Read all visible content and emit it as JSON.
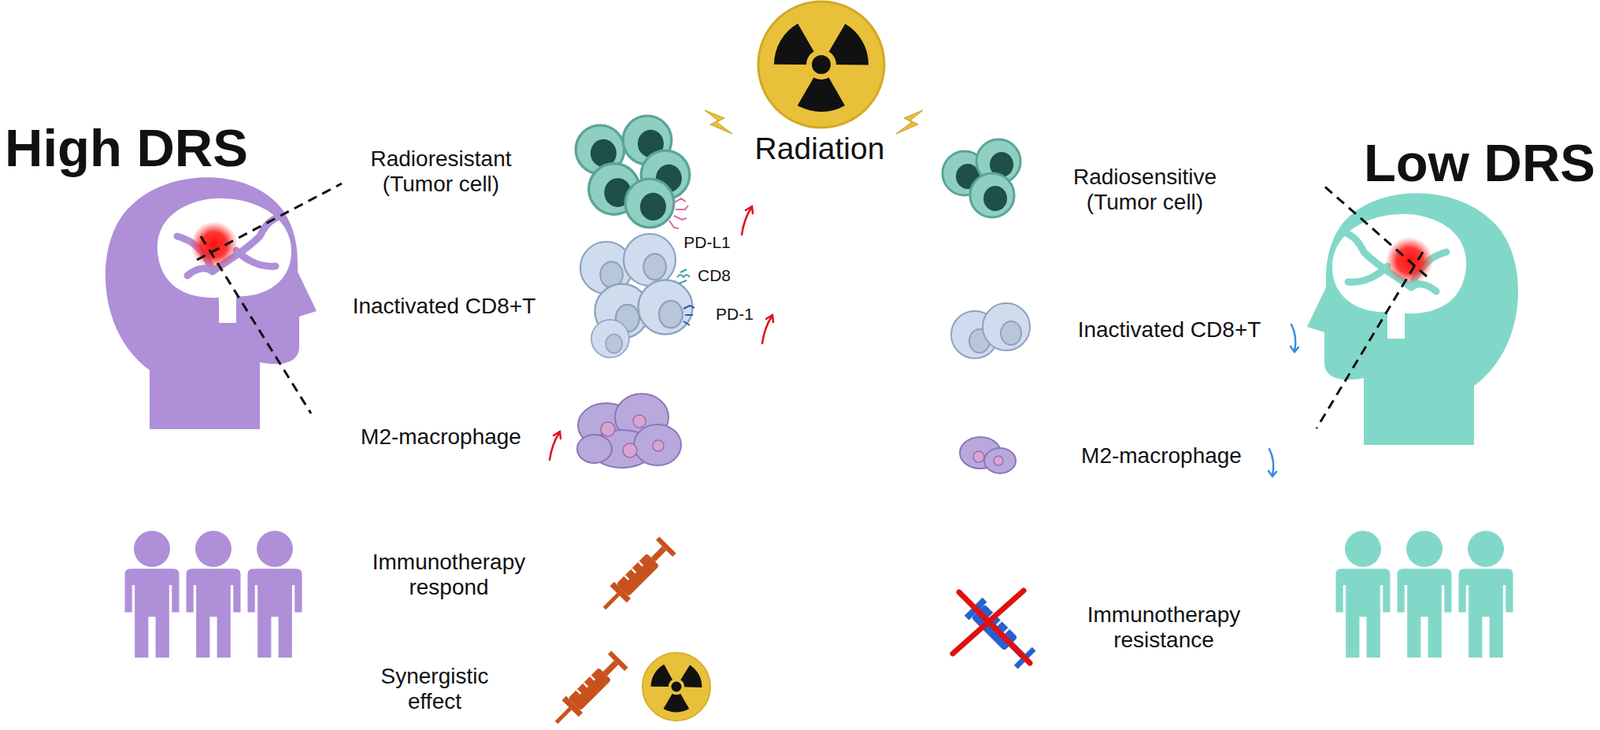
{
  "diagram": {
    "labels": [
      "High DRS",
      "Radioresistant (Tumor cell)",
      "PD-L1",
      "Radiation",
      "Radiosensitive (Tumor cell)",
      "Low DRS",
      "CD8",
      "PD-1",
      "Inactivated CD8+T",
      "Inactivated CD8+T",
      "M2-macrophage",
      "M2-macrophage",
      "Immunotherapy respond",
      "Immunotherapy resistance",
      "Synergistic effect"
    ]
  }
}
